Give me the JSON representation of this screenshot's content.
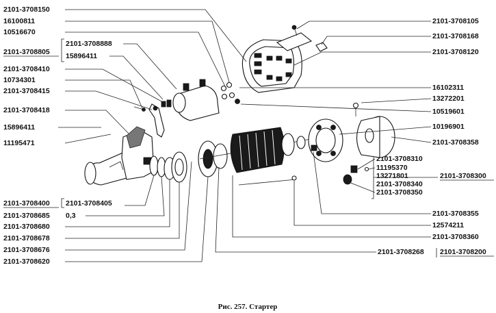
{
  "labels_left": [
    "2101-3708150",
    "16100811",
    "10516670",
    "2101-3708805",
    "2101-3708888",
    "15896411",
    "2101-3708410",
    "10734301",
    "2101-3708415",
    "2101-3708418",
    "15896411",
    "11195471",
    "2101-3708400",
    "2101-3708405",
    "2101-3708685",
    "0,3",
    "2101-3708680",
    "2101-3708678",
    "2101-3708676",
    "2101-3708620"
  ],
  "labels_right": [
    "2101-3708105",
    "2101-3708168",
    "2101-3708120",
    "16102311",
    "13272201",
    "10519601",
    "10196901",
    "2101-3708358",
    "2101-3708310",
    "11195370",
    "13271801",
    "2101-3708300",
    "2101-3708340",
    "2101-3708350",
    "2101-3708355",
    "12574211",
    "2101-3708360",
    "2101-3708268",
    "2101-3708200"
  ],
  "caption": "Рис. 257. Стартер"
}
